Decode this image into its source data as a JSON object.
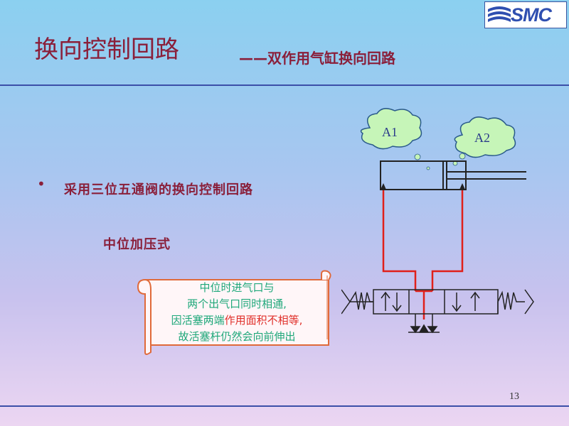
{
  "logo": {
    "text": "SMC",
    "brand_color": "#2f4fb0"
  },
  "title": "换向控制回路",
  "subtitle": "——双作用气缸换向回路",
  "bullet": {
    "text": "采用三位五通阀的换向控制回路"
  },
  "sub_label": "中位加压式",
  "note": {
    "line1": "中位时进气口与",
    "line2": "两个出气口同时相通,",
    "line3_prefix": "因活塞两端",
    "line3_highlight": "作用面积不相等,",
    "line4": "故活塞杆仍然会向前伸出"
  },
  "diagram": {
    "clouds": [
      {
        "label": "A1"
      },
      {
        "label": "A2"
      }
    ],
    "colors": {
      "line": "#e0201a",
      "cloud_fill": "#c6f5b8",
      "cloud_stroke": "#2a5a8a"
    }
  },
  "page_number": "13"
}
